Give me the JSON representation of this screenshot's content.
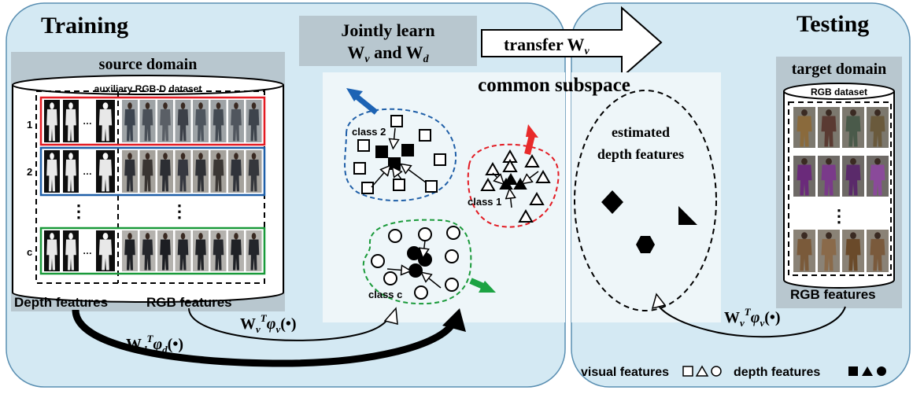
{
  "training_panel": {
    "title": "Training"
  },
  "testing_panel": {
    "title": "Testing"
  },
  "jointly_learn": {
    "line1": "Jointly learn",
    "line2_w": "W",
    "sub_v": "v",
    "and": " and ",
    "sub_d": "d"
  },
  "transfer": {
    "text": "transfer ",
    "w": "W",
    "sub_v": "v"
  },
  "source_domain": {
    "title": "source domain",
    "dataset_label": "auxiliary RGB-D dataset",
    "rows": [
      "1",
      "2",
      "c"
    ],
    "dots": "⋮",
    "ellipsis": "…",
    "depth_label": "Depth features",
    "rgb_label": "RGB features"
  },
  "common_subspace": {
    "title": "common subspace",
    "class2": "class 2",
    "class1": "class 1",
    "classc": "class c",
    "estimated_line1": "estimated",
    "estimated_line2": "depth features"
  },
  "target_domain": {
    "title": "target domain",
    "dataset_label": "RGB dataset",
    "dots": "⋮",
    "rgb_label": "RGB features"
  },
  "formulas": {
    "wv_phi": {
      "w": "W",
      "sub": "v",
      "sup": "T",
      "phi": "φ",
      "phi_sub": "v",
      "arg": "(•)"
    },
    "wd_phi": {
      "w": "W",
      "sub": "d",
      "sup": "T",
      "phi": "φ",
      "phi_sub": "d",
      "arg": "(•)"
    }
  },
  "legend": {
    "visual": "visual features",
    "depth": "depth features"
  },
  "colors": {
    "panel_fill": "#d4e9f3",
    "panel_stroke": "#5a8fb2",
    "box_gray": "#b8c7cf",
    "subspace_fill": "#eef6f9",
    "red": "#e31b23",
    "blue": "#1f5fa8",
    "green": "#1a9a3a",
    "arrow_blue": "#1d63b4",
    "arrow_red": "#e82a2a",
    "arrow_green": "#1ca343"
  }
}
